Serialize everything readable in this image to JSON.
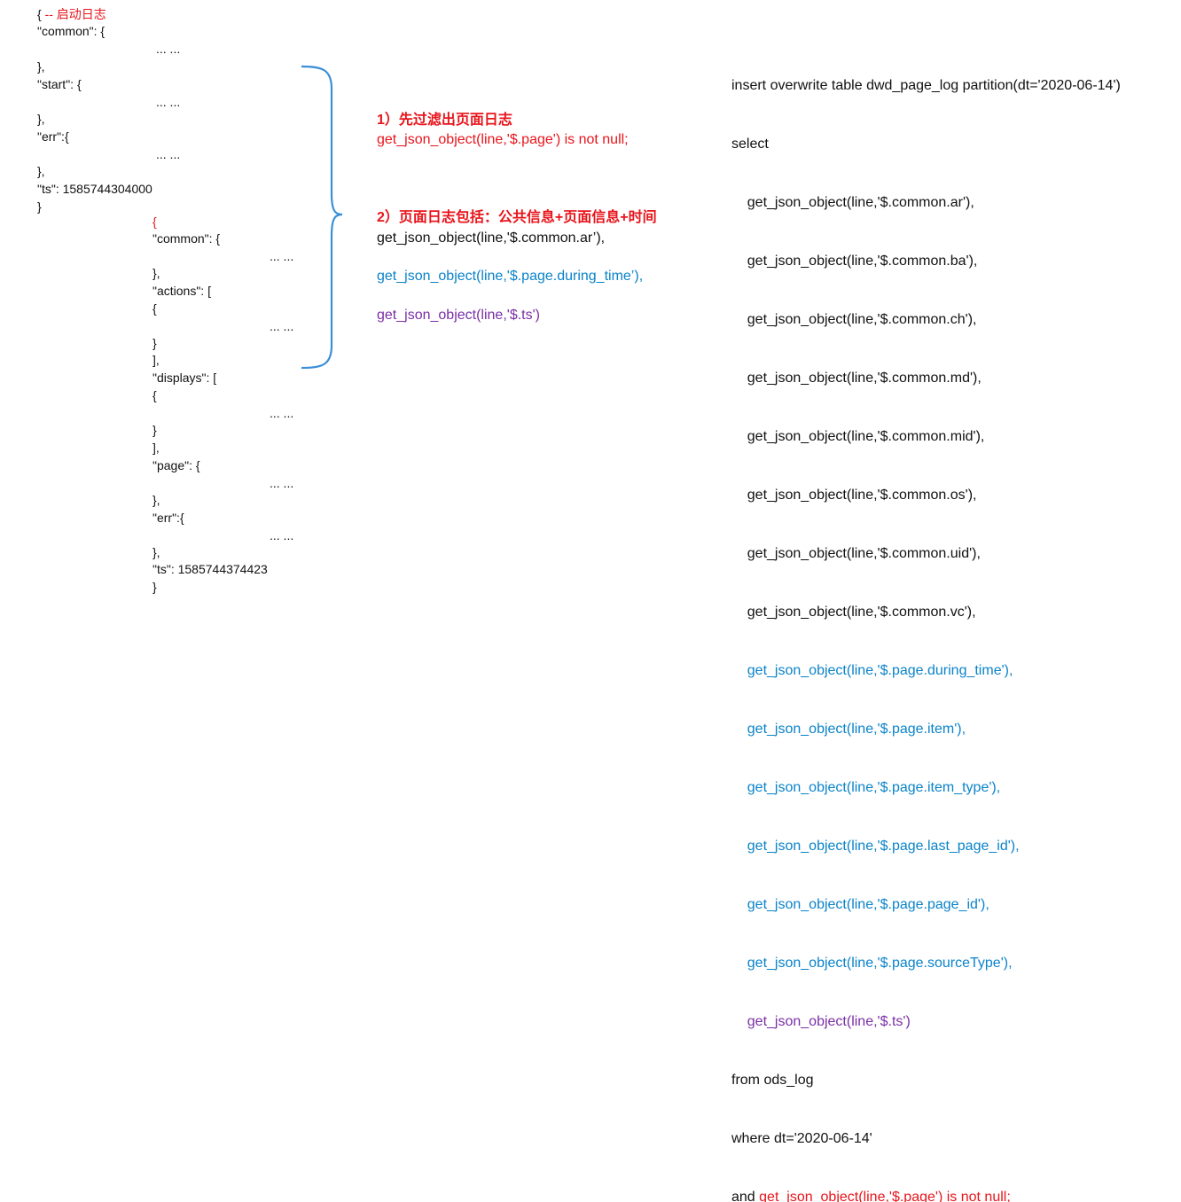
{
  "startup_log": {
    "open": "{ ",
    "comment": "-- 启动日志",
    "common": "\"common\": {",
    "ellipsis": "... ...",
    "close_brace_comma": "},",
    "start": "\"start\": {",
    "err": "\"err\":{",
    "ts": "\"ts\": 1585744304000",
    "close": "}"
  },
  "page_log": {
    "open": "{",
    "common": "\"common\": {",
    "ellipsis": "... ...",
    "close_brace_comma": "},",
    "actions": "\"actions\": [",
    "inner_open": "{",
    "inner_close": "}",
    "array_close_comma": "],",
    "displays": "\"displays\": [",
    "page": "\"page\": {",
    "err": "\"err\":{",
    "ts": "\"ts\": 1585744374423",
    "close": "}"
  },
  "notes": {
    "step1_title": "1）先过滤出页面日志",
    "step1_code": "get_json_object(line,'$.page') is not null;",
    "step2_title": "2）页面日志包括：公共信息+页面信息+时间",
    "step2_common": "get_json_object(line,'$.common.ar’),",
    "step2_page": "get_json_object(line,'$.page.during_time’),",
    "step2_ts": "get_json_object(line,'$.ts')"
  },
  "sql": {
    "insert": "insert overwrite table dwd_page_log partition(dt='2020-06-14')",
    "select": "select",
    "common_fields": [
      "    get_json_object(line,'$.common.ar'),",
      "    get_json_object(line,'$.common.ba'),",
      "    get_json_object(line,'$.common.ch'),",
      "    get_json_object(line,'$.common.md'),",
      "    get_json_object(line,'$.common.mid'),",
      "    get_json_object(line,'$.common.os'),",
      "    get_json_object(line,'$.common.uid'),",
      "    get_json_object(line,'$.common.vc'),"
    ],
    "page_fields": [
      "    get_json_object(line,'$.page.during_time'),",
      "    get_json_object(line,'$.page.item'),",
      "    get_json_object(line,'$.page.item_type'),",
      "    get_json_object(line,'$.page.last_page_id'),",
      "    get_json_object(line,'$.page.page_id'),",
      "    get_json_object(line,'$.page.sourceType'),"
    ],
    "ts_field": "    get_json_object(line,'$.ts')",
    "from": "from ods_log",
    "where": "where dt='2020-06-14'",
    "and_prefix": "and ",
    "and_condition": "get_json_object(line,'$.page') is not null;"
  },
  "colors": {
    "highlight_red": "#e8141b",
    "page_blue": "#0a83c9",
    "ts_purple": "#7a2fa6",
    "brace_blue": "#3a8fd8"
  }
}
